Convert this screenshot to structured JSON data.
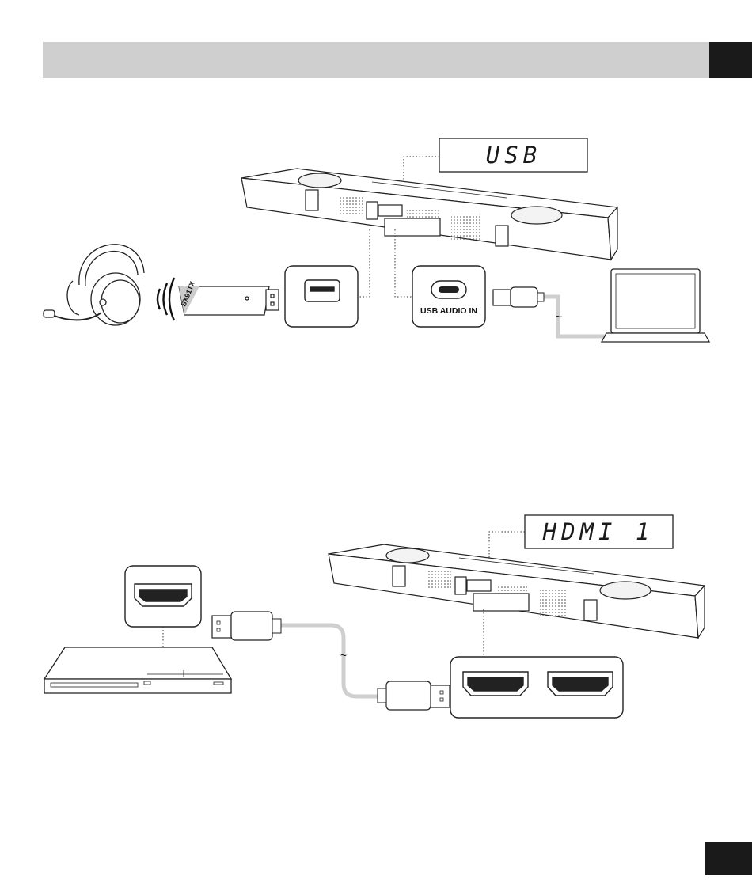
{
  "section1": {
    "display_text": "USB",
    "usb_c_port_label": "USB AUDIO IN",
    "dongle_label": "SX91TX",
    "cable_break_symbol": "~"
  },
  "section2": {
    "display_text": "HDMI 1",
    "cable_break_symbol": "~"
  }
}
